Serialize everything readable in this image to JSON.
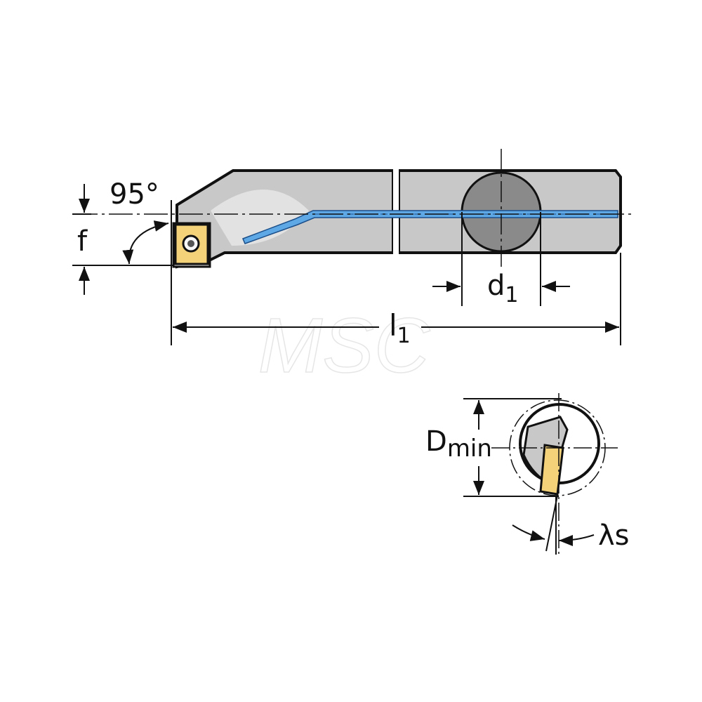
{
  "labels": {
    "angle": "95°",
    "f": "f",
    "d": "d",
    "d_sub": "1",
    "l": "l",
    "l_sub": "1",
    "dmin": "D",
    "dmin_sub": "min",
    "lambda": "λs"
  },
  "watermark": "MSC",
  "colors": {
    "body": "#c8c8c8",
    "shank_circle": "#8a8a8a",
    "coolant": "#5fa8e6",
    "insert": "#f3d27a",
    "line": "#111111"
  }
}
